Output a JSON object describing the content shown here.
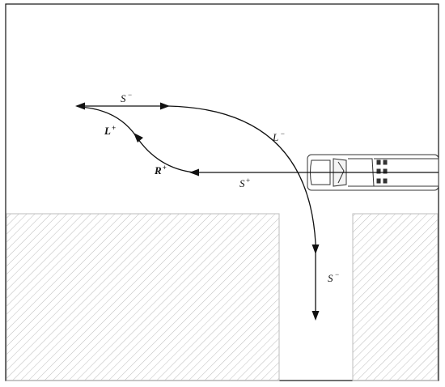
{
  "labels": {
    "s_minus_top": {
      "base": "S",
      "sup": "−"
    },
    "l_minus": {
      "base": "L",
      "sup": "−"
    },
    "l_plus": {
      "base": "L",
      "sup": "+"
    },
    "r_plus": {
      "base": "R",
      "sup": "+"
    },
    "s_plus": {
      "base": "S",
      "sup": "+"
    },
    "s_minus_down": {
      "base": "S",
      "sup": "−"
    }
  },
  "colors": {
    "line": "#111111",
    "hatch": "#bdbdbd",
    "vehicle_outline": "#333333"
  }
}
